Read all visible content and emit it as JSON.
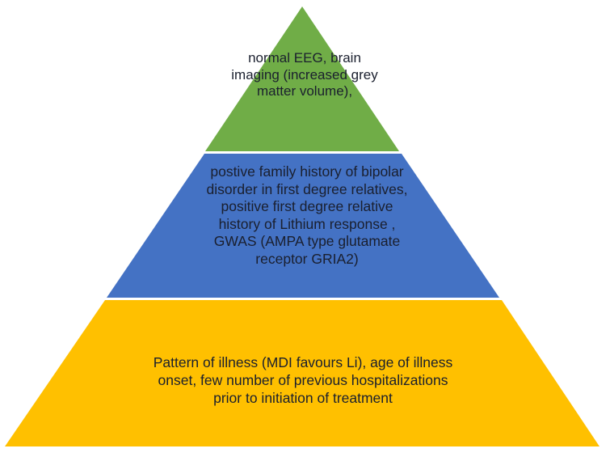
{
  "diagram": {
    "type": "pyramid",
    "tiers": [
      {
        "name": "top",
        "color": "#70AD47",
        "lines": [
          "normal  EEG, brain",
          "imaging (increased grey",
          "matter volume),"
        ]
      },
      {
        "name": "middle",
        "color": "#4472C4",
        "lines": [
          "postive family history of bipolar",
          "disorder  in first degree relatives,",
          "positive first degree relative",
          "history of Lithium  response ,",
          "GWAS (AMPA type glutamate",
          "receptor GRIA2)"
        ]
      },
      {
        "name": "bottom",
        "color": "#FFC000",
        "lines": [
          "Pattern of illness (MDI favours Li), age of illness",
          "onset, few number  of previous  hospitalizations",
          "prior  to  initiation of treatment"
        ]
      }
    ]
  }
}
